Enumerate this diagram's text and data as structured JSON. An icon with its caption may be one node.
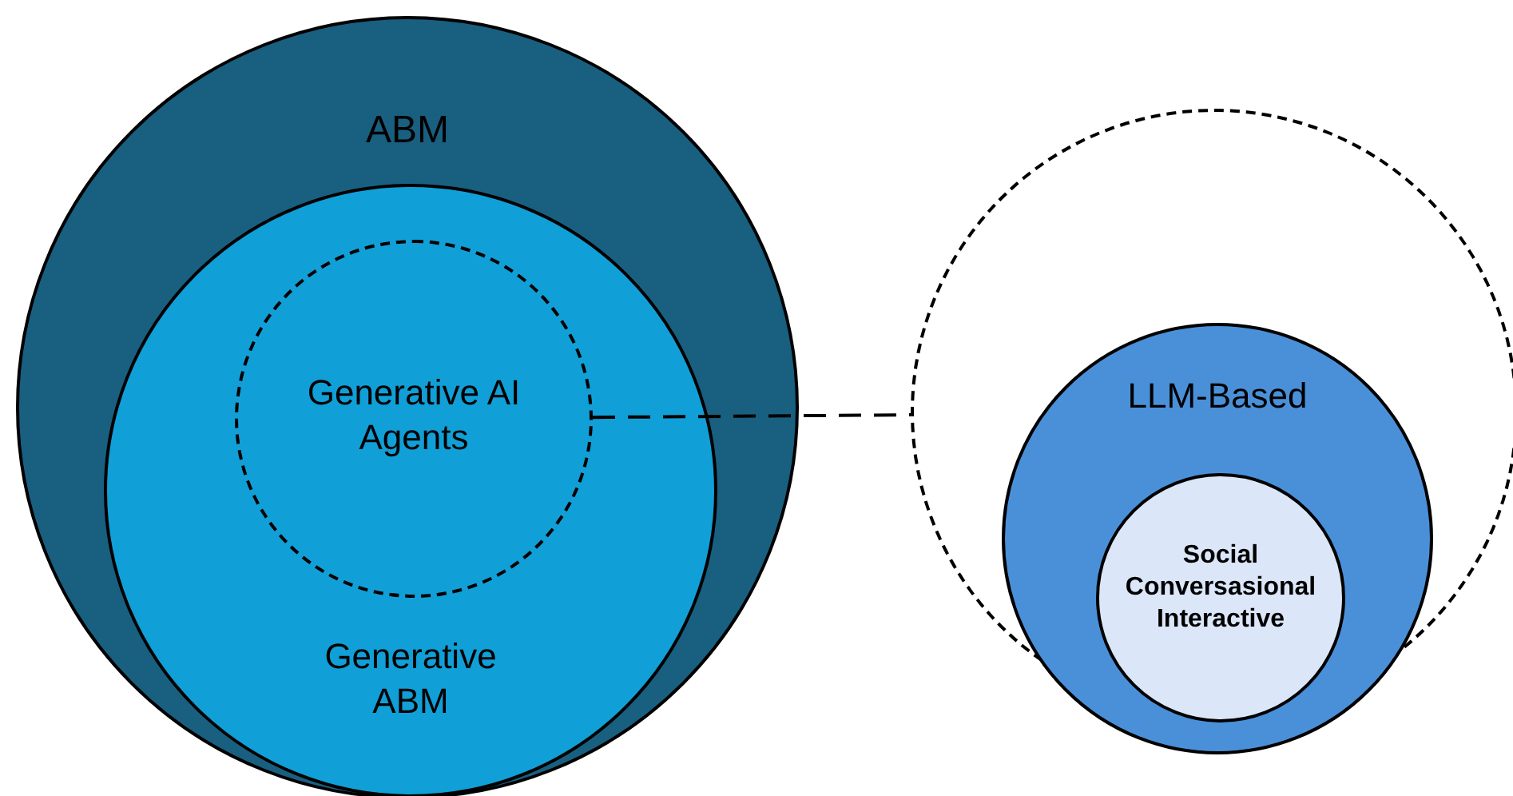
{
  "diagram": {
    "nodes": [
      {
        "text": [
          "ABM"
        ]
      },
      {
        "text": [
          "Generative ABM"
        ],
        "in": 0
      },
      {
        "text": [
          "Generative AI Agents"
        ],
        "in": 1
      },
      {
        "text": [],
        "shape": "circle"
      },
      {
        "text": [
          "LLM-Based"
        ],
        "in": 3
      },
      {
        "text": [
          "Social Conversasional Interactive"
        ],
        "in": 4
      }
    ],
    "edges": [
      {
        "from": 2,
        "to": 3,
        "arrow": "none",
        "style": "dashed"
      }
    ]
  }
}
